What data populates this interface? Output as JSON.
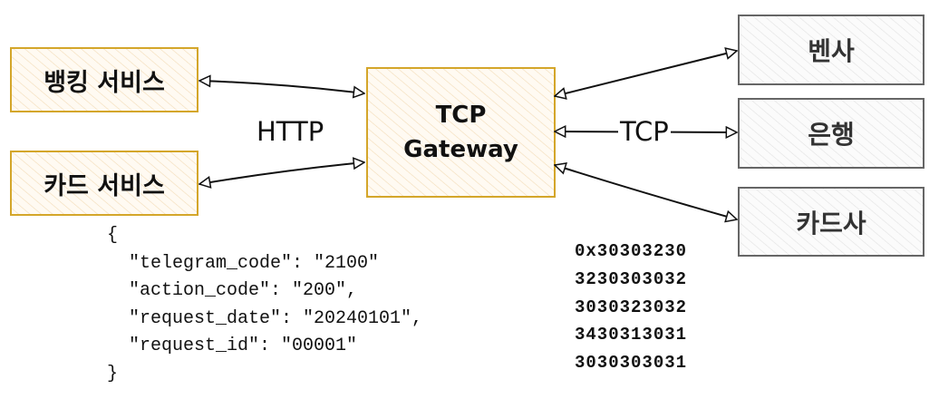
{
  "colors": {
    "client_stroke": "#d4a62a",
    "client_fill": "#fdf0dc",
    "external_stroke": "#666666",
    "external_fill": "#f4f4f4",
    "arrow": "#111111"
  },
  "nodes": {
    "banking": "뱅킹 서비스",
    "card": "카드 서비스",
    "gateway_line1": "TCP",
    "gateway_line2": "Gateway",
    "van": "벤사",
    "bank": "은행",
    "card_company": "카드사"
  },
  "edges": {
    "http_label": "HTTP",
    "tcp_label": "TCP"
  },
  "json_payload": [
    "{",
    "  \"telegram_code\": \"2100\"",
    "  \"action_code\": \"200\",",
    "  \"request_date\": \"20240101\",",
    "  \"request_id\": \"00001\"",
    "}"
  ],
  "hex_payload": [
    "0x30303230",
    "3230303032",
    "3030323032",
    "3430313031",
    "3030303031"
  ]
}
